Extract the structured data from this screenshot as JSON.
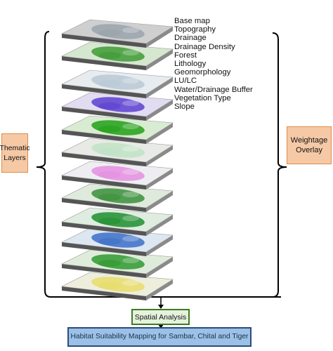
{
  "layers": [
    {
      "label": "Base map",
      "tint": "#cfcfcf",
      "blob": "#9aa3ad"
    },
    {
      "label": "Topography",
      "tint": "#d6e7d0",
      "blob": "#3f9a35"
    },
    {
      "label": "Drainage",
      "tint": "#e6ecef",
      "blob": "#b8c9d6"
    },
    {
      "label": "Drainage Density",
      "tint": "#e2dcf2",
      "blob": "#5a3fd0"
    },
    {
      "label": "Forest",
      "tint": "#d8ecd2",
      "blob": "#23a018"
    },
    {
      "label": " Lithology",
      "tint": "#e8eae6",
      "blob": "#bfe3c4"
    },
    {
      "label": "Geomorphology",
      "tint": "#eeeef2",
      "blob": "#e48ee0"
    },
    {
      "label": "LU/LC",
      "tint": "#dfe9dc",
      "blob": "#3b8f3b"
    },
    {
      "label": "Water/Drainage Buffer",
      "tint": "#dfece0",
      "blob": "#1f8f2f"
    },
    {
      "label": "Vegetation Type",
      "tint": "#dde7f2",
      "blob": "#3c6fc8"
    },
    {
      "label": "Slope",
      "tint": "#e0ecdb",
      "blob": "#2f9a2f"
    },
    {
      "label": "",
      "tint": "#eeeedc",
      "blob": "#e8dc6a"
    }
  ],
  "thematic_label": "Thematic Layers",
  "weightage_label": "Weightage Overlay",
  "spatial_label": "Spatial Analysis",
  "habitat_label": "Habitat Suitability Mapping for Sambar, Chital and Tiger",
  "colors": {
    "bracket": "#000000",
    "side_box_fill": "#f6c9a6",
    "side_box_border": "#e08c46",
    "spatial_fill": "#e5f2dc",
    "spatial_border": "#3d7c1f",
    "habitat_fill": "#9bc2e6",
    "habitat_border": "#2e4a7d"
  }
}
